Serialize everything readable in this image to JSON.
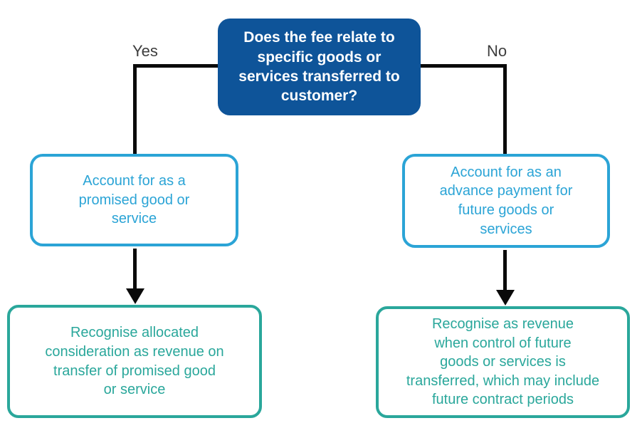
{
  "flowchart": {
    "decision": {
      "text": "Does the fee relate to\nspecific goods or\nservices transferred to\ncustomer?"
    },
    "branches": {
      "yes_label": "Yes",
      "no_label": "No"
    },
    "yes_path": {
      "step1": "Account for as a\npromised good or\nservice",
      "step2": "Recognise allocated\nconsideration as revenue on\ntransfer of promised good\nor service"
    },
    "no_path": {
      "step1": "Account for as an\nadvance payment for\nfuture goods or\nservices",
      "step2": "Recognise as revenue\nwhen control of future\ngoods or services is\ntransferred, which may include\nfuture contract periods"
    },
    "colors": {
      "decision_fill": "#0E5499",
      "decision_text": "#FFFFFF",
      "step1_border_text": "#2BA4D6",
      "step2_border_text": "#2AA79B",
      "connector": "#0A0A0A",
      "branch_label_text": "#3D3D3D",
      "background": "#FFFFFF"
    }
  }
}
